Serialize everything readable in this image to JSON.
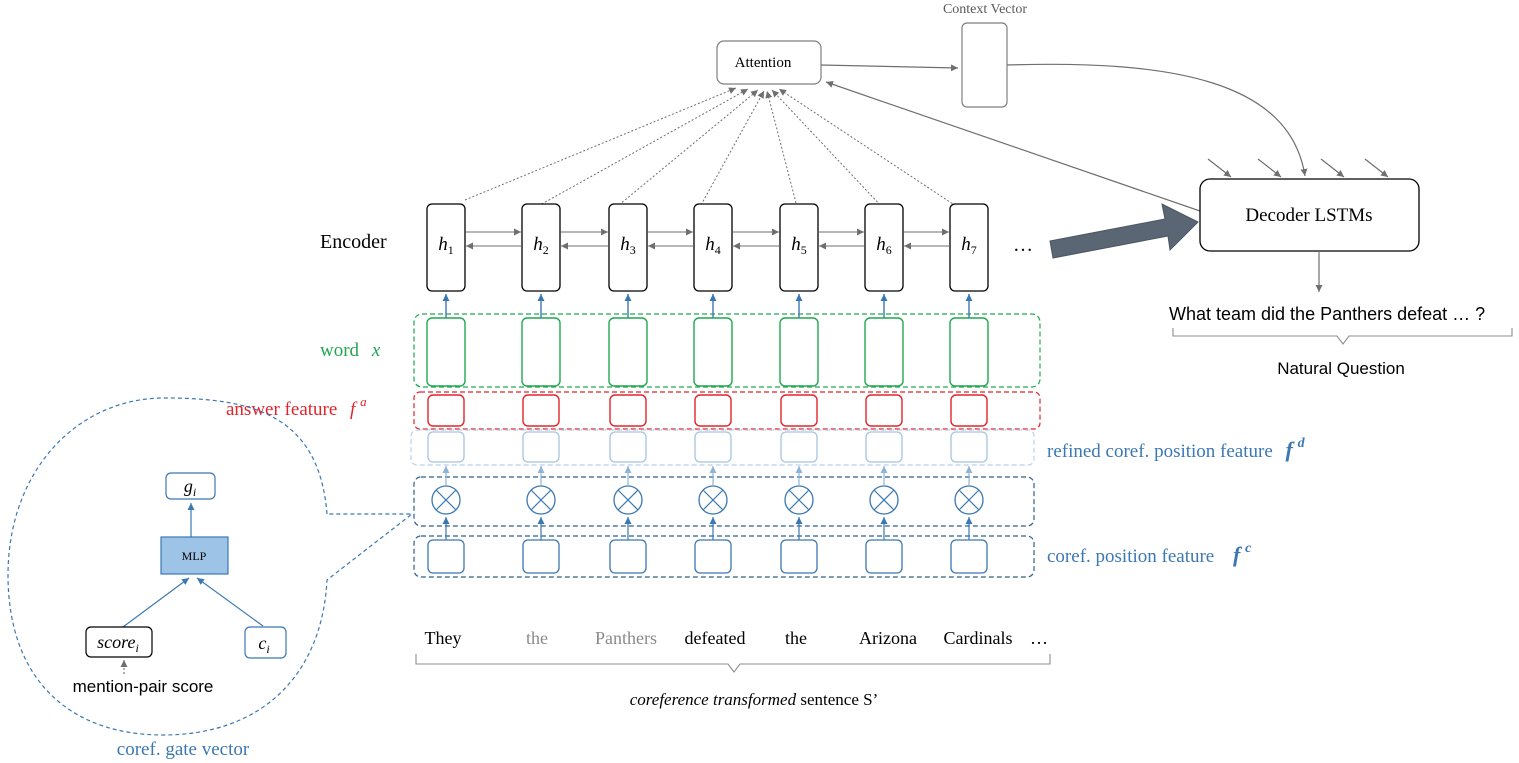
{
  "context_vector_label": "Context Vector",
  "attention_label": "Attention",
  "encoder_label": "Encoder",
  "decoder_label": "Decoder LSTMs",
  "hidden_states": [
    {
      "base": "h",
      "sub": "1"
    },
    {
      "base": "h",
      "sub": "2"
    },
    {
      "base": "h",
      "sub": "3"
    },
    {
      "base": "h",
      "sub": "4"
    },
    {
      "base": "h",
      "sub": "5"
    },
    {
      "base": "h",
      "sub": "6"
    },
    {
      "base": "h",
      "sub": "7"
    }
  ],
  "ellipsis": "…",
  "question_text": "What team did the Panthers defeat … ?",
  "question_caption": "Natural Question",
  "features": {
    "word": {
      "label": "word",
      "symbol": "x"
    },
    "answer": {
      "label": "answer feature",
      "symbol": "f",
      "sup": "a"
    },
    "refined": {
      "label": "refined coref. position feature",
      "symbol": "f",
      "sup": "d"
    },
    "coref": {
      "label": "coref. position feature",
      "symbol": "f",
      "sup": "c"
    }
  },
  "sentence_tokens": [
    {
      "text": "They",
      "muted": false
    },
    {
      "text": "the",
      "muted": true
    },
    {
      "text": "Panthers",
      "muted": true
    },
    {
      "text": "defeated",
      "muted": false
    },
    {
      "text": "the",
      "muted": false
    },
    {
      "text": "Arizona",
      "muted": false
    },
    {
      "text": "Cardinals",
      "muted": false
    }
  ],
  "sentence_ellipsis": "…",
  "sentence_caption": {
    "italic": "coreference transformed",
    "rest": " sentence S’"
  },
  "gate": {
    "g_base": "g",
    "g_sub": "i",
    "mlp": "MLP",
    "score_base": "score",
    "score_sub": "i",
    "c_base": "c",
    "c_sub": "i",
    "mention_pair": "mention-pair score",
    "caption": "coref. gate vector"
  },
  "colors": {
    "green": "#21a750",
    "red": "#e0252b",
    "blue": "#3b78b3",
    "light_blue": "#a7c4e0",
    "gray": "#6f6f6f",
    "mlp_fill": "#9dc3e6"
  }
}
